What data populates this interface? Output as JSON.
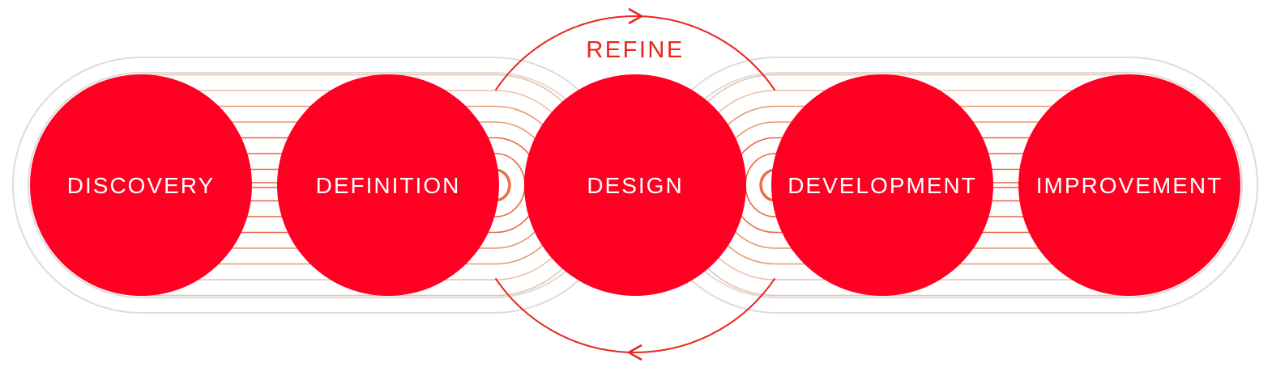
{
  "diagram": {
    "loop_label": "REFINE",
    "stages": [
      {
        "id": "discovery",
        "label": "DISCOVERY"
      },
      {
        "id": "definition",
        "label": "DEFINITION"
      },
      {
        "id": "design",
        "label": "DESIGN"
      },
      {
        "id": "development",
        "label": "DEVELOPMENT"
      },
      {
        "id": "improvement",
        "label": "IMPROVEMENT"
      }
    ]
  },
  "colors": {
    "stage_fill": "#ff0022",
    "stage_text": "#ffffff",
    "loop_stroke": "#e8261c",
    "ripple_dark": "#e6683f",
    "ripple_light": "#e8c2ab",
    "track_outline": "#dcdcdc"
  }
}
